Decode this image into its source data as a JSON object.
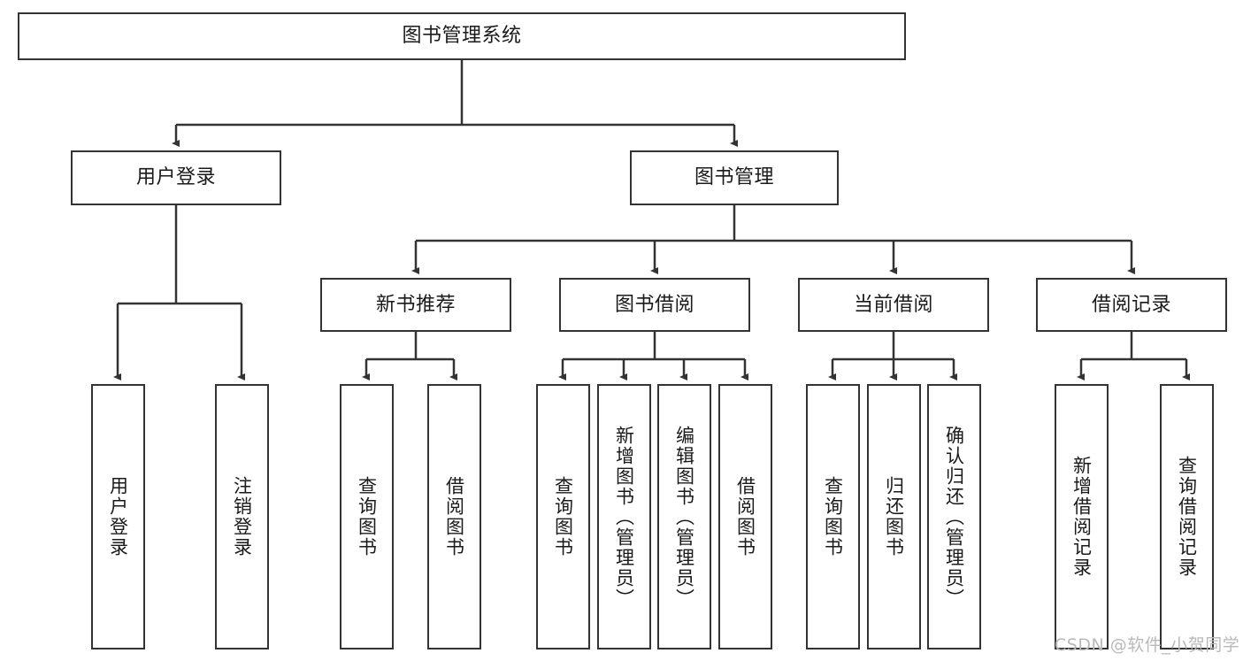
{
  "diagram": {
    "title": "图书管理系统",
    "type": "tree",
    "watermark": "CSDN @软件_小贺同学",
    "colors": {
      "box_border": "#333333",
      "box_fill": "#ffffff",
      "text": "#1a1a1a",
      "edge": "#333333",
      "watermark": "#b9b9b9"
    },
    "root": {
      "label": "图书管理系统"
    },
    "level2": [
      {
        "id": "user-login",
        "label": "用户登录"
      },
      {
        "id": "book-manage",
        "label": "图书管理"
      }
    ],
    "level3": [
      {
        "id": "new-book-recommend",
        "label": "新书推荐"
      },
      {
        "id": "book-borrow",
        "label": "图书借阅"
      },
      {
        "id": "current-borrow",
        "label": "当前借阅"
      },
      {
        "id": "borrow-record",
        "label": "借阅记录"
      }
    ],
    "leaves": {
      "user_login": [
        {
          "id": "leaf-user-login",
          "label": "用户登录"
        },
        {
          "id": "leaf-logout",
          "label": "注销登录"
        }
      ],
      "new_book_recommend": [
        {
          "id": "leaf-query-book-1",
          "label": "查询图书"
        },
        {
          "id": "leaf-borrow-book-1",
          "label": "借阅图书"
        }
      ],
      "book_borrow": [
        {
          "id": "leaf-query-book-2",
          "label": "查询图书"
        },
        {
          "id": "leaf-add-book",
          "label": "新增图书（管理员）"
        },
        {
          "id": "leaf-edit-book",
          "label": "编辑图书（管理员）"
        },
        {
          "id": "leaf-borrow-book-2",
          "label": "借阅图书"
        }
      ],
      "current_borrow": [
        {
          "id": "leaf-query-book-3",
          "label": "查询图书"
        },
        {
          "id": "leaf-return-book",
          "label": "归还图书"
        },
        {
          "id": "leaf-confirm-return",
          "label": "确认归还（管理员）"
        }
      ],
      "borrow_record": [
        {
          "id": "leaf-add-record",
          "label": "新增借阅记录"
        },
        {
          "id": "leaf-query-record",
          "label": "查询借阅记录"
        }
      ]
    }
  }
}
